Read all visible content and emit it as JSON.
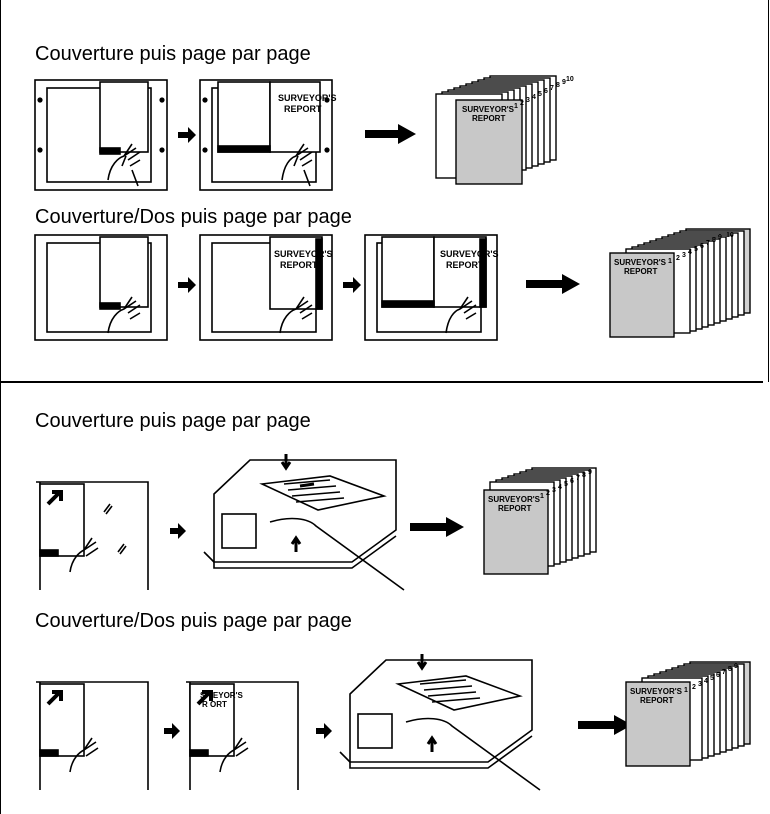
{
  "sections": [
    {
      "heading": "Couverture puis page par page"
    },
    {
      "heading": "Couverture/Dos puis page par page"
    },
    {
      "heading": "Couverture puis page par page"
    },
    {
      "heading": "Couverture/Dos puis page par page"
    }
  ],
  "labels": {
    "report_line1": "SURVEYOR'S",
    "report_line2": "REPORT",
    "partial_line1": "S  VEYOR'S",
    "partial_line2": "R   ORT"
  },
  "page_numbers": [
    "1",
    "2",
    "3",
    "4",
    "5",
    "6",
    "7",
    "8",
    "9",
    "10"
  ],
  "colors": {
    "ink": "#000000",
    "cover_fill": "#c8c8c8",
    "back_fill": "#d0d0d0",
    "paper": "#ffffff"
  }
}
